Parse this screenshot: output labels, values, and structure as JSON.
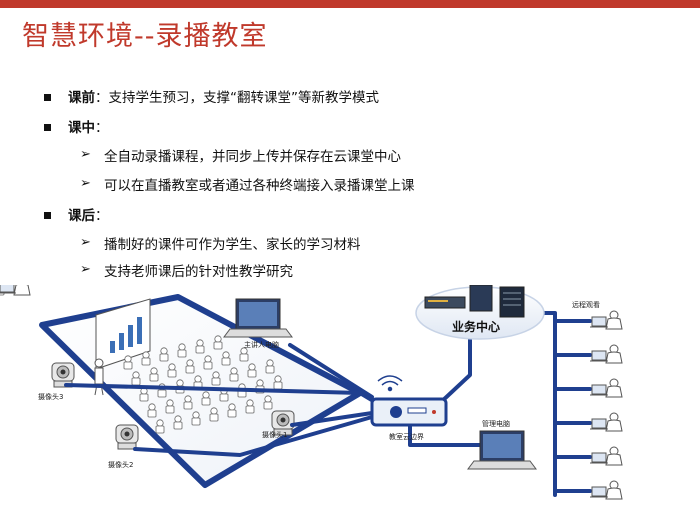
{
  "title": "智慧环境--录播教室",
  "bullets": [
    {
      "label": "课前",
      "sep": "：",
      "text": "支持学生预习，支撑“翻转课堂”等新教学模式"
    },
    {
      "label": "课中",
      "sep": "：",
      "text": ""
    },
    {
      "label": "课后",
      "sep": "：",
      "text": ""
    }
  ],
  "sub_during": [
    "全自动录播课程，并同步上传并保存在云课堂中心",
    "可以在直播教室或者通过各种终端接入录播课堂上课"
  ],
  "sub_after": [
    "播制好的课件可作为学生、家长的学习材料",
    "支持老师课后的针对性教学研究"
  ],
  "diagram": {
    "camera3": "摄像头3",
    "camera1": "摄像头1",
    "camera2": "摄像头2",
    "teacher_pc": "主讲人电脑",
    "cloud_box": "教室云边界",
    "business_center": "业务中心",
    "remote_viewing": "远程观看",
    "admin_pc": "管理电脑"
  },
  "colors": {
    "title": "#c0392b",
    "topbar": "#c0392b",
    "network": "#1f3f8f"
  }
}
